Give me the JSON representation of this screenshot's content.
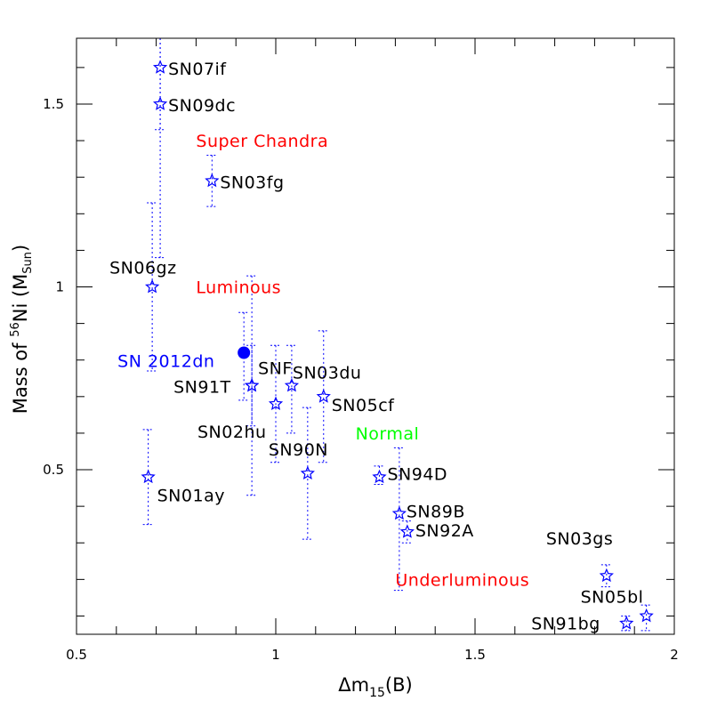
{
  "colors": {
    "axis": "#000000",
    "points": "#0000ff",
    "highlight": "#0000ff",
    "category_red": "#ff0000",
    "category_green": "#00ff00"
  },
  "chart_data": {
    "type": "scatter",
    "xlabel_parts": [
      "Δm",
      "15",
      "(B)"
    ],
    "ylabel_parts": [
      "Mass of ",
      "56",
      "Ni  (M",
      "Sun",
      ")"
    ],
    "xlim": [
      0.5,
      2.0
    ],
    "ylim": [
      0.05,
      1.68
    ],
    "x_ticks": [
      0.5,
      1,
      1.5,
      2
    ],
    "x_tick_labels": [
      "0.5",
      "1",
      "1.5",
      "2"
    ],
    "y_ticks": [
      0.5,
      1,
      1.5
    ],
    "y_tick_labels": [
      "0.5",
      "1",
      "1.5"
    ],
    "grid": false,
    "marker": "star",
    "points": [
      {
        "name": "SN07if",
        "x": 0.71,
        "y": 1.6,
        "ylo": 1.43,
        "yhi": 1.68
      },
      {
        "name": "SN09dc",
        "x": 0.71,
        "y": 1.5,
        "ylo": 1.08,
        "yhi": 1.68
      },
      {
        "name": "SN03fg",
        "x": 0.84,
        "y": 1.29,
        "ylo": 1.22,
        "yhi": 1.36
      },
      {
        "name": "SN06gz",
        "x": 0.69,
        "y": 1.0,
        "ylo": 0.77,
        "yhi": 1.23
      },
      {
        "name": "SNF",
        "x": 0.94,
        "y": 0.73,
        "ylo": 0.43,
        "yhi": 1.03
      },
      {
        "name": "SN91T",
        "x": 0.94,
        "y": 0.73,
        "ylo": 0.62,
        "yhi": 0.84
      },
      {
        "name": "SN02hu",
        "x": 1.0,
        "y": 0.68,
        "ylo": 0.52,
        "yhi": 0.84
      },
      {
        "name": "SN03du",
        "x": 1.04,
        "y": 0.73,
        "ylo": 0.6,
        "yhi": 0.84
      },
      {
        "name": "SN05cf",
        "x": 1.12,
        "y": 0.7,
        "ylo": 0.52,
        "yhi": 0.88
      },
      {
        "name": "SN90N",
        "x": 1.08,
        "y": 0.49,
        "ylo": 0.31,
        "yhi": 0.67
      },
      {
        "name": "SN01ay",
        "x": 0.68,
        "y": 0.48,
        "ylo": 0.35,
        "yhi": 0.61
      },
      {
        "name": "SN94D",
        "x": 1.26,
        "y": 0.48,
        "ylo": 0.46,
        "yhi": 0.51
      },
      {
        "name": "SN89B",
        "x": 1.31,
        "y": 0.38,
        "ylo": 0.17,
        "yhi": 0.56
      },
      {
        "name": "SN92A",
        "x": 1.33,
        "y": 0.33,
        "ylo": 0.3,
        "yhi": 0.36
      },
      {
        "name": "SN03gs",
        "x": 1.83,
        "y": 0.21,
        "ylo": 0.18,
        "yhi": 0.24
      },
      {
        "name": "SN05bl",
        "x": 1.93,
        "y": 0.1,
        "ylo": 0.06,
        "yhi": 0.13
      },
      {
        "name": "SN91bg",
        "x": 1.88,
        "y": 0.08,
        "ylo": 0.06,
        "yhi": 0.1
      }
    ],
    "highlight": {
      "name": "SN 2012dn",
      "x": 0.92,
      "y": 0.82,
      "ylo": 0.69,
      "yhi": 0.93
    },
    "categories": [
      {
        "text": "Super Chandra",
        "x": 0.8,
        "y": 1.4,
        "color": "#ff0000"
      },
      {
        "text": "Luminous",
        "x": 0.8,
        "y": 1.0,
        "color": "#ff0000"
      },
      {
        "text": "Normal",
        "x": 1.2,
        "y": 0.6,
        "color": "#00ff00"
      },
      {
        "text": "Underluminous",
        "x": 1.3,
        "y": 0.2,
        "color": "#ff0000"
      }
    ]
  }
}
